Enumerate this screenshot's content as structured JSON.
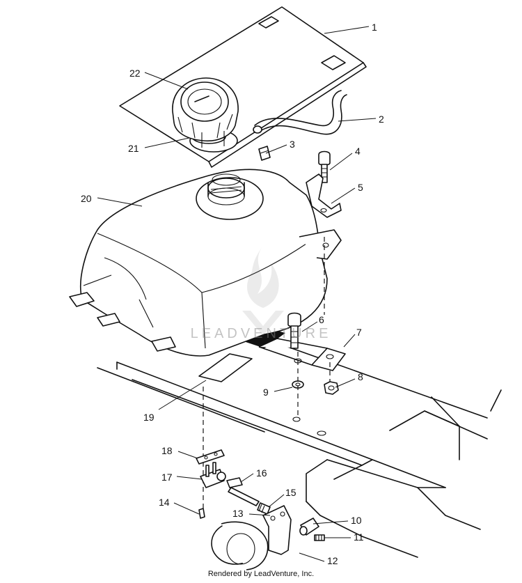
{
  "callouts": [
    {
      "id": "1",
      "label": "1"
    },
    {
      "id": "2",
      "label": "2"
    },
    {
      "id": "3",
      "label": "3"
    },
    {
      "id": "4",
      "label": "4"
    },
    {
      "id": "5",
      "label": "5"
    },
    {
      "id": "6",
      "label": "6"
    },
    {
      "id": "7",
      "label": "7"
    },
    {
      "id": "8",
      "label": "8"
    },
    {
      "id": "9",
      "label": "9"
    },
    {
      "id": "10",
      "label": "10"
    },
    {
      "id": "11",
      "label": "11"
    },
    {
      "id": "12",
      "label": "12"
    },
    {
      "id": "13",
      "label": "13"
    },
    {
      "id": "14",
      "label": "14"
    },
    {
      "id": "15",
      "label": "15"
    },
    {
      "id": "16",
      "label": "16"
    },
    {
      "id": "17",
      "label": "17"
    },
    {
      "id": "18",
      "label": "18"
    },
    {
      "id": "19",
      "label": "19"
    },
    {
      "id": "20",
      "label": "20"
    },
    {
      "id": "21",
      "label": "21"
    },
    {
      "id": "22",
      "label": "22"
    }
  ],
  "watermark": {
    "text": "LEADVENTURE",
    "logo": "leadventure-flame-logo"
  },
  "footer": {
    "text": "Rendered by LeadVenture, Inc."
  }
}
